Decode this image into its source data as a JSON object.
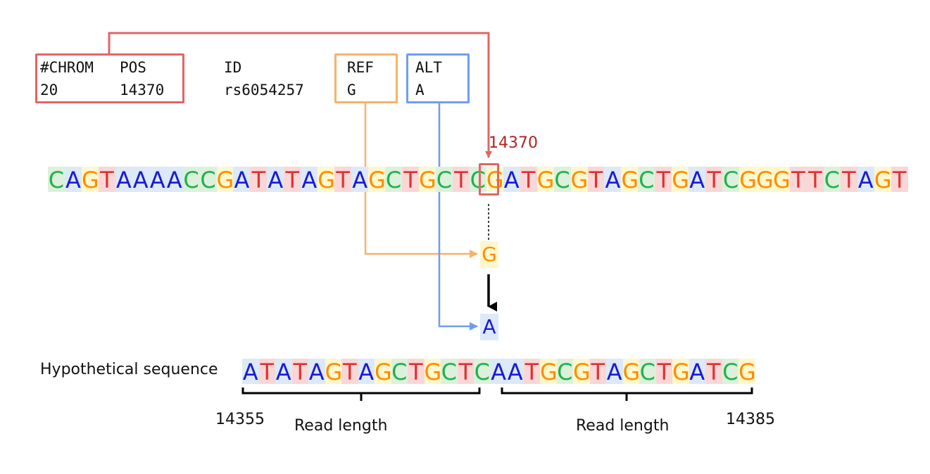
{
  "vcf": {
    "headers": [
      "#CHROM",
      "POS",
      "ID",
      "REF",
      "ALT"
    ],
    "values": [
      "20",
      "14370",
      "rs6054257",
      "G",
      "A"
    ]
  },
  "reference_sequence": "CAGTAAAACCGATATAGTAGCTGCTCGATGCGTAGCTGATCGGGTTCTAGT",
  "variant_position_label": "14370",
  "variant_index": 26,
  "ref_base": "G",
  "alt_base": "A",
  "hypothetical": {
    "label": "Hypothetical sequence",
    "sequence": "ATATAGTAGCTGCTCAATGCGTAGCTGATCG",
    "start_label": "14355",
    "end_label": "14385",
    "left_brace_label": "Read length",
    "right_brace_label": "Read length"
  },
  "colors": {
    "A": "#1a1ad6",
    "C": "#22b14c",
    "G": "#ff8c00",
    "T": "#e03030",
    "A_bg": "#dce9f8",
    "C_bg": "#dcf1dc",
    "G_bg": "#fff7cc",
    "T_bg": "#f9d7d7",
    "chrom_pos_box": "#e06666",
    "ref_box": "#f6b26b",
    "alt_box": "#6d9eeb",
    "position_label": "#b22222"
  }
}
